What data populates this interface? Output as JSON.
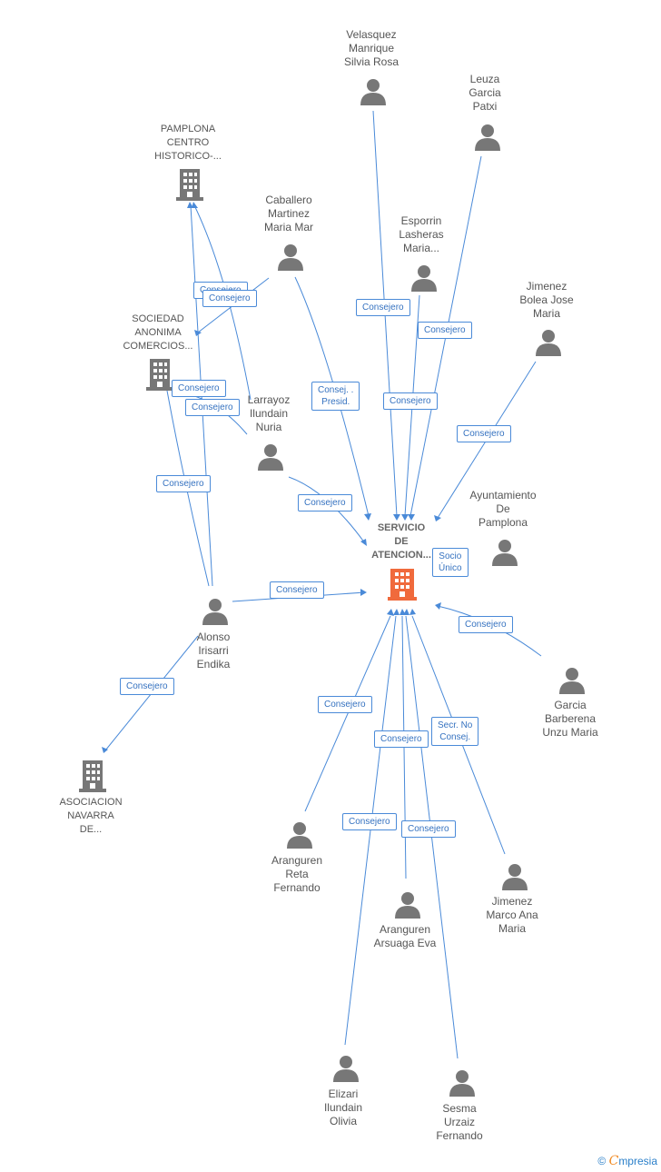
{
  "colors": {
    "edge": "#4a8ad8",
    "person": "#777777",
    "company": "#777777",
    "main_company": "#f06a3c"
  },
  "main_node": {
    "name": "SERVICIO\nDE\nATENCION..."
  },
  "companies": [
    {
      "id": "pamplona",
      "name": "PAMPLONA\nCENTRO\nHISTORICO-..."
    },
    {
      "id": "sociedad",
      "name": "SOCIEDAD\nANONIMA\nCOMERCIOS..."
    },
    {
      "id": "asociacion",
      "name": "ASOCIACION\nNAVARRA\nDE..."
    }
  ],
  "people": [
    {
      "id": "velasquez",
      "name": "Velasquez\nManrique\nSilvia Rosa"
    },
    {
      "id": "leuza",
      "name": "Leuza\nGarcia\nPatxi"
    },
    {
      "id": "caballero",
      "name": "Caballero\nMartinez\nMaria Mar"
    },
    {
      "id": "esporrin",
      "name": "Esporrin\nLasheras\nMaria..."
    },
    {
      "id": "jimenez_bolea",
      "name": "Jimenez\nBolea Jose\nMaria"
    },
    {
      "id": "larrayoz",
      "name": "Larrayoz\nIlundain\nNuria"
    },
    {
      "id": "ayuntamiento",
      "name": "Ayuntamiento\nDe\nPamplona"
    },
    {
      "id": "alonso",
      "name": "Alonso\nIrisarri\nEndika"
    },
    {
      "id": "garcia",
      "name": "Garcia\nBarberena\nUnzu Maria"
    },
    {
      "id": "aranguren_reta",
      "name": "Aranguren\nReta\nFernando"
    },
    {
      "id": "jimenez_marco",
      "name": "Jimenez\nMarco Ana\nMaria"
    },
    {
      "id": "aranguren_arsuaga",
      "name": "Aranguren\nArsuaga Eva"
    },
    {
      "id": "elizari",
      "name": "Elizari\nIlundain\nOlivia"
    },
    {
      "id": "sesma",
      "name": "Sesma\nUrzaiz\nFernando"
    }
  ],
  "edge_labels": {
    "consejero": "Consejero",
    "consej_presid": "Consej. .\nPresid.",
    "socio_unico": "Socio\nÚnico",
    "secr_no_consej": "Secr.  No\nConsej."
  },
  "brand": {
    "copyright": "©",
    "first_letter": "C",
    "rest": "mpresia"
  }
}
